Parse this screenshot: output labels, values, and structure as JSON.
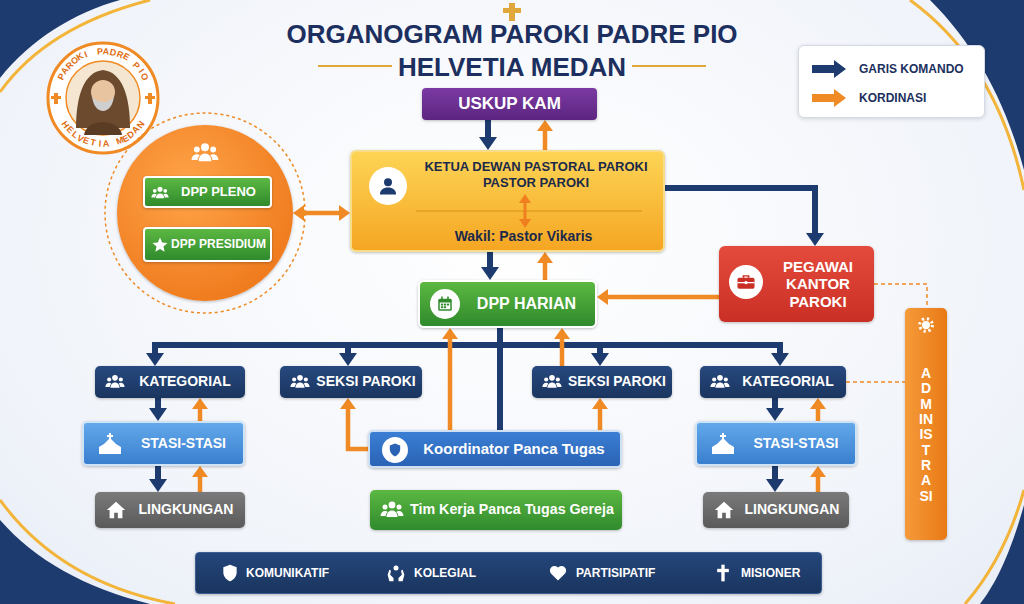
{
  "diagram": {
    "title": "ORGANOGRAM PAROKI PADRE PIO HELVETIA MEDAN",
    "nodes": [
      {
        "text": [
          "USKUP KAM"
        ]
      },
      {
        "text": []
      },
      {
        "text": [
          "DPP PLENO"
        ],
        "in": 1
      },
      {
        "text": [
          "DPP PRESIDIUM"
        ],
        "in": 1
      },
      {
        "text": [
          "KETUA DEWAN PASTORAL PAROKI PASTOR PAROKI",
          "Wakil: Pastor Vikaris"
        ]
      },
      {
        "text": [
          "DPP HARIAN"
        ]
      },
      {
        "text": [
          "PEGAWAI KANTOR PAROKI"
        ]
      },
      {
        "text": [
          "ADMINISTRASI"
        ]
      },
      {
        "text": [
          "KATEGORIAL"
        ]
      },
      {
        "text": [
          "SEKSI PAROKI"
        ]
      },
      {
        "text": [
          "SEKSI PAROKI"
        ]
      },
      {
        "text": [
          "KATEGORIAL"
        ]
      },
      {
        "text": [
          "STASI-STASI"
        ]
      },
      {
        "text": [
          "Koordinator Panca Tugas"
        ]
      },
      {
        "text": [
          "STASI-STASI"
        ]
      },
      {
        "text": [
          "LINGKUNGAN"
        ]
      },
      {
        "text": [
          "Tim Kerja Panca Tugas Gereja"
        ]
      },
      {
        "text": [
          "LINGKUNGAN"
        ]
      },
      {
        "text": [
          "KOMUNIKATIF",
          "KOLEGIAL",
          "PARTISIPATIF",
          "MISIONER"
        ]
      }
    ],
    "edges": [
      {
        "from": 0,
        "to": 4,
        "arrow": "to"
      },
      {
        "from": 4,
        "to": 0,
        "arrow": "to"
      },
      {
        "from": 1,
        "to": 4,
        "arrow": "both"
      },
      {
        "from": 4,
        "to": 6,
        "arrow": "to"
      },
      {
        "from": 4,
        "to": 5,
        "arrow": "to"
      },
      {
        "from": 5,
        "to": 4,
        "arrow": "to"
      },
      {
        "from": 6,
        "to": 5,
        "arrow": "to"
      },
      {
        "from": 6,
        "to": 7,
        "arrow": "none"
      },
      {
        "from": 5,
        "to": 8,
        "arrow": "to"
      },
      {
        "from": 5,
        "to": 9,
        "arrow": "to"
      },
      {
        "from": 5,
        "to": 10,
        "arrow": "to"
      },
      {
        "from": 5,
        "to": 11,
        "arrow": "to"
      },
      {
        "from": 5,
        "to": 13,
        "arrow": "none"
      },
      {
        "from": 13,
        "to": 5,
        "arrow": "to"
      },
      {
        "from": 10,
        "to": 5,
        "arrow": "to"
      },
      {
        "from": 13,
        "to": 9,
        "arrow": "to"
      },
      {
        "from": 13,
        "to": 10,
        "arrow": "to"
      },
      {
        "from": 8,
        "to": 12,
        "arrow": "to"
      },
      {
        "from": 12,
        "to": 8,
        "arrow": "to"
      },
      {
        "from": 12,
        "to": 15,
        "arrow": "to"
      },
      {
        "from": 15,
        "to": 12,
        "arrow": "to"
      },
      {
        "from": 11,
        "to": 14,
        "arrow": "to"
      },
      {
        "from": 14,
        "to": 11,
        "arrow": "to"
      },
      {
        "from": 14,
        "to": 17,
        "arrow": "to"
      },
      {
        "from": 17,
        "to": 14,
        "arrow": "to"
      },
      {
        "from": 11,
        "to": 7,
        "arrow": "none"
      }
    ],
    "labels": [
      "PAROKI PADRE PIO",
      "HELVETIA MEDAN"
    ],
    "legend": [
      {
        "text": "GARIS KOMANDO",
        "color": "#1d3b6e"
      },
      {
        "text": "KORDINASI",
        "color": "#f08a24"
      }
    ]
  }
}
